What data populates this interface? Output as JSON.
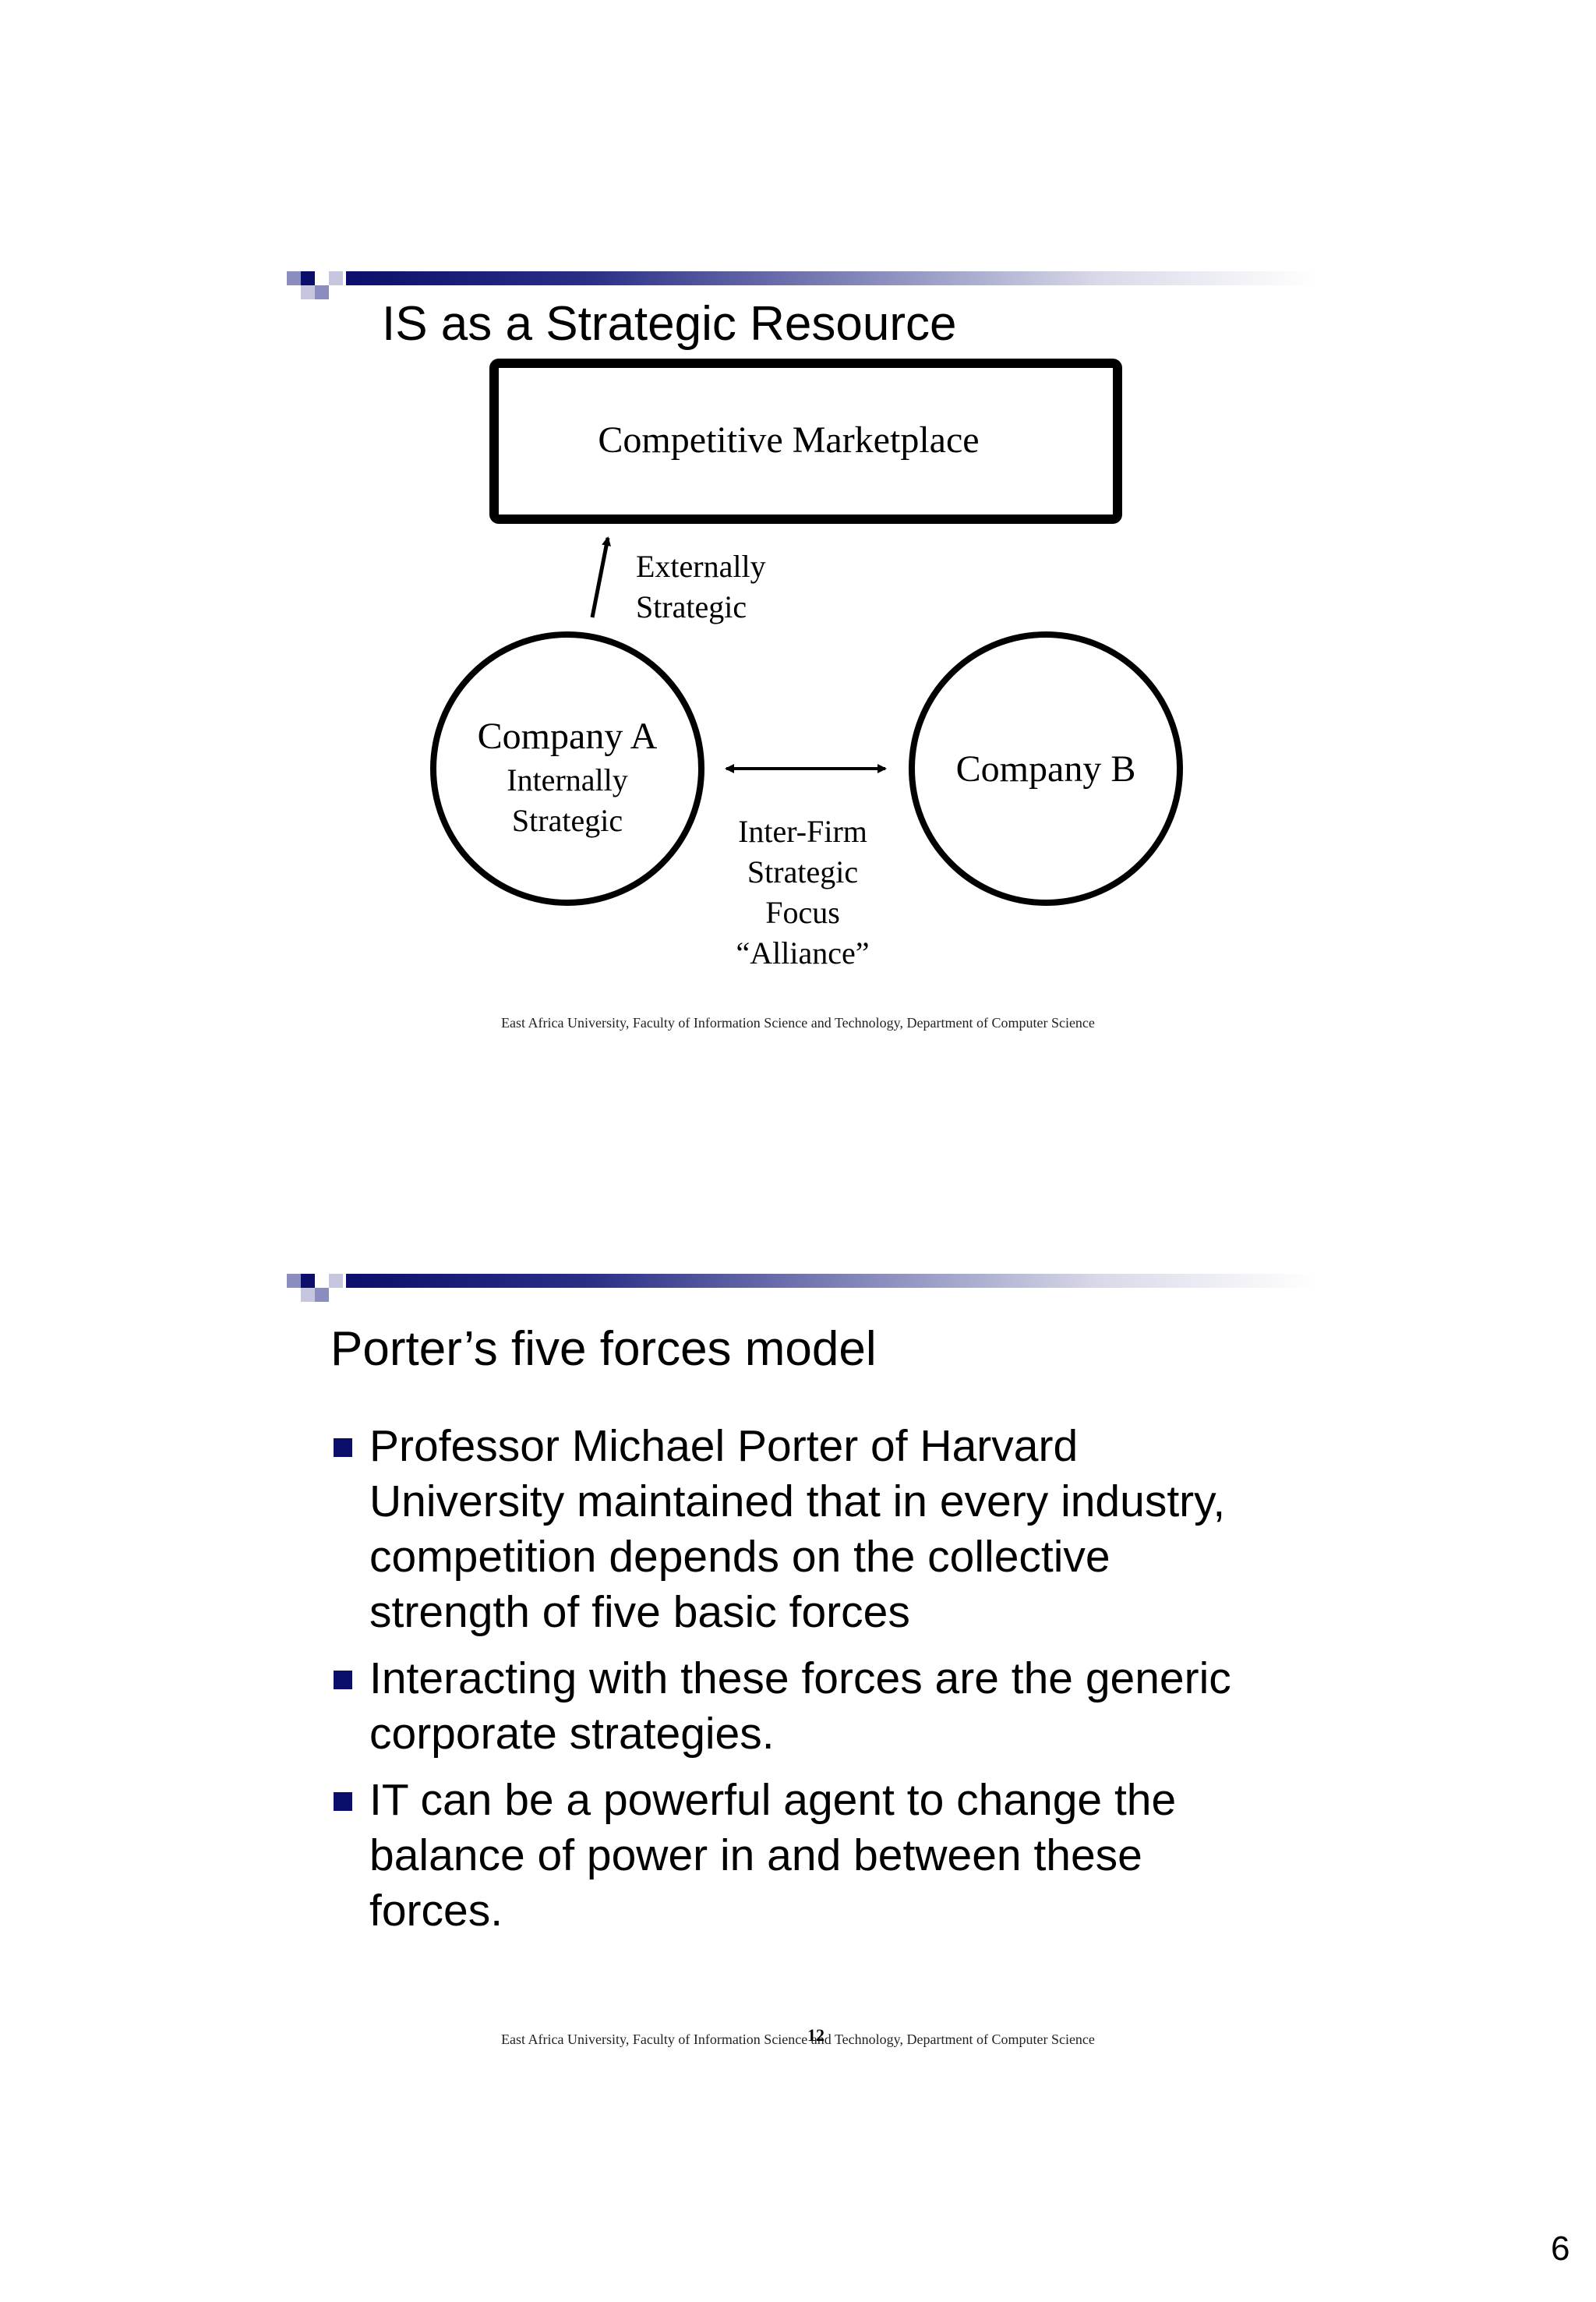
{
  "slide1": {
    "title": "IS as a Strategic Resource",
    "diagram": {
      "marketplace_label": "Competitive Marketplace",
      "external_label_line1": "Externally",
      "external_label_line2": "Strategic",
      "company_a_name": "Company A",
      "company_a_line2": "Internally",
      "company_a_line3": "Strategic",
      "company_b_name": "Company B",
      "interfirm_line1": "Inter-Firm",
      "interfirm_line2": "Strategic",
      "interfirm_line3": "Focus",
      "interfirm_line4": "“Alliance”"
    },
    "footer": "East Africa University, Faculty of Information Science and Technology, Department of Computer Science"
  },
  "slide2": {
    "title": "Porter’s five forces model",
    "bullets": [
      "Professor Michael Porter of Harvard University maintained that in every industry, competition depends on the collective strength of five basic forces",
      "Interacting with these forces are the generic corporate strategies.",
      "IT can be a powerful agent to change the balance of power in and between these forces."
    ],
    "footer": "East Africa University, Faculty of Information Science and Technology, Department of Computer Science",
    "slide_number": "12"
  },
  "page_number": "6",
  "colors": {
    "accent_navy": "#0b0f6b",
    "accent_light": "#8a8dbd"
  }
}
